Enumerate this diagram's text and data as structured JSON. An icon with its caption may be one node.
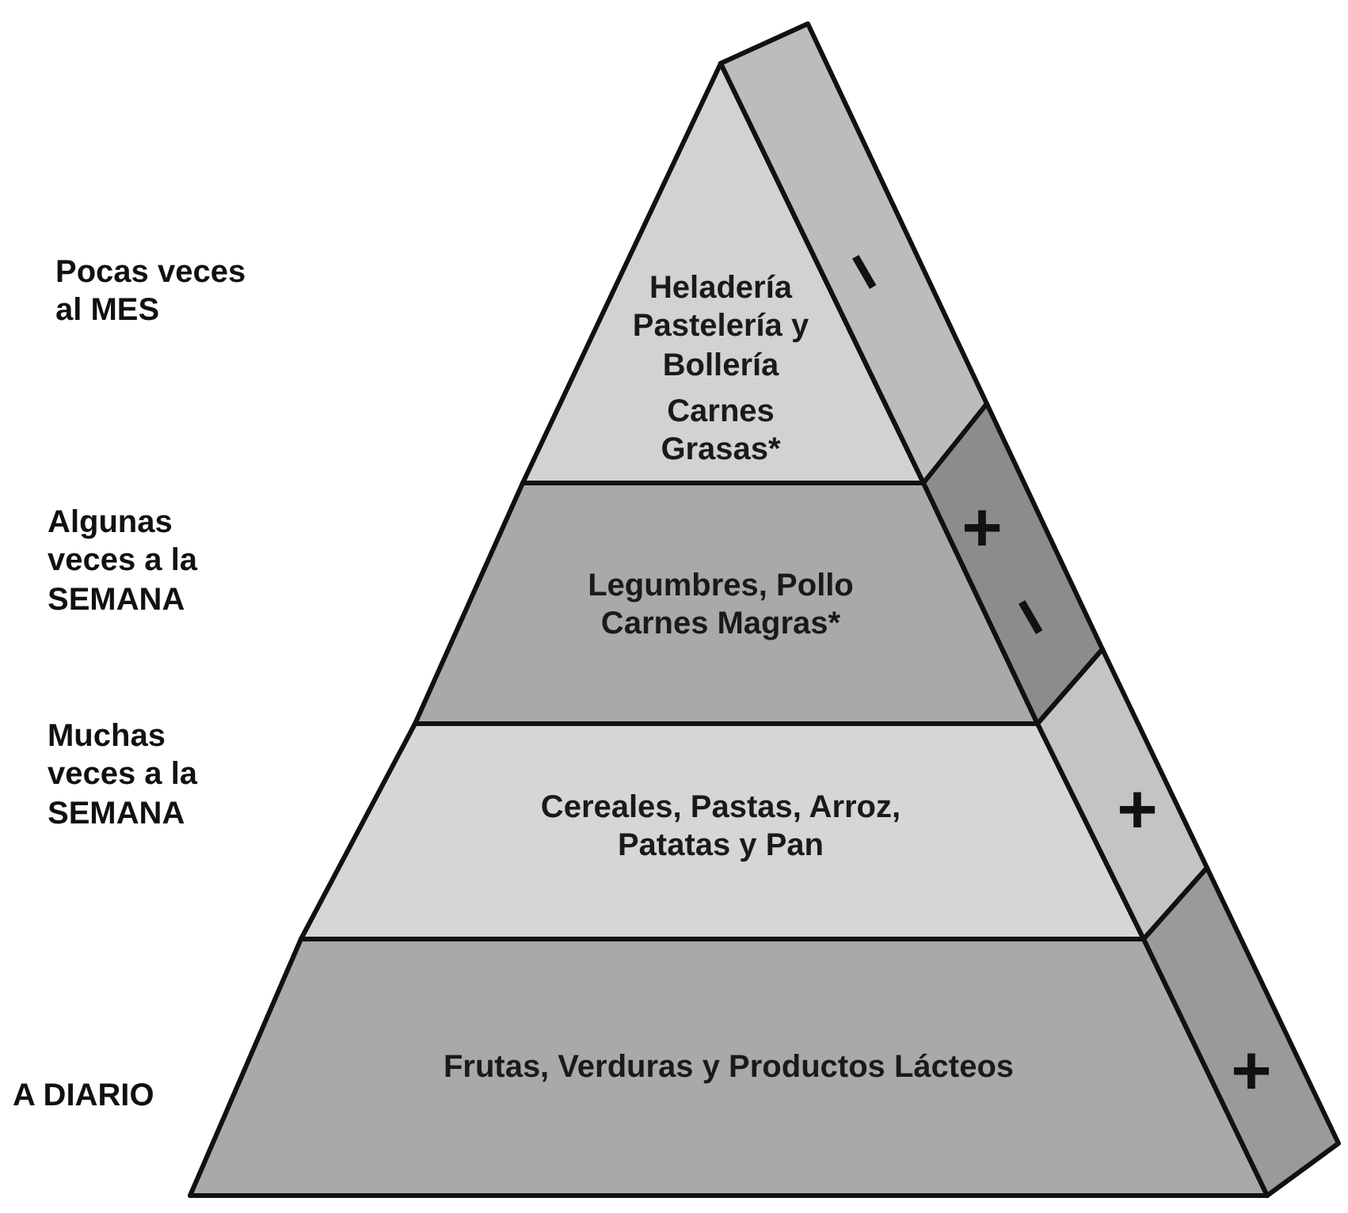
{
  "diagram": {
    "nodes": [
      {
        "text": [
          "Heladería Pastelería y Bollería",
          "Carnes Grasas*"
        ]
      },
      {
        "text": [
          "Legumbres, Pollo Carnes Magras*"
        ]
      },
      {
        "text": [
          "Cereales, Pastas, Arroz, Patatas y Pan"
        ]
      },
      {
        "text": [
          "Frutas, Verduras y Productos Lácteos"
        ]
      },
      {
        "text": [
          "−"
        ]
      },
      {
        "text": [
          "+",
          "−"
        ]
      },
      {
        "text": [
          "+"
        ]
      },
      {
        "text": [
          "+"
        ]
      }
    ],
    "labels": [
      "Pocas veces al MES",
      "Algunas veces a la SEMANA",
      "Muchas veces a la SEMANA",
      "A DIARIO"
    ]
  }
}
